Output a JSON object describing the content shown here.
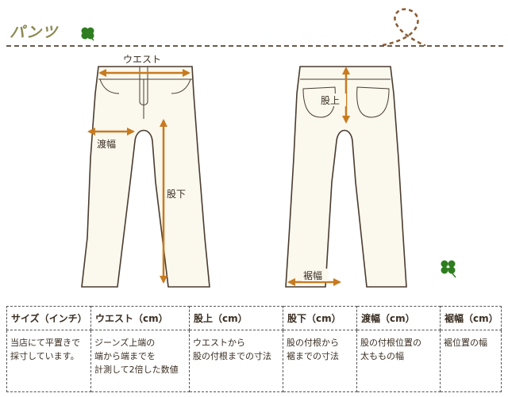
{
  "title": "パンツ",
  "labels": {
    "waist": "ウエスト",
    "rise": "股上",
    "inseam": "股下",
    "thigh": "渡幅",
    "hem": "裾幅"
  },
  "table": {
    "headers": [
      "サイズ（インチ）",
      "ウエスト（cm）",
      "股上（cm）",
      "股下（cm）",
      "渡幅（cm）",
      "裾幅（cm）"
    ],
    "notes": [
      [
        "当店にて平置きで",
        "採寸しています。"
      ],
      [
        "ジーンズ上端の",
        "端から端までを",
        "計測して2倍した数値"
      ],
      [
        "ウエストから",
        "股の付根までの寸法"
      ],
      [
        "股の付根から",
        "裾までの寸法"
      ],
      [
        "股の付根位置の",
        "太ももの幅"
      ],
      [
        "裾位置の幅"
      ]
    ]
  },
  "colors": {
    "arrow": "#c87a1e",
    "fabric": "#fbf8ee",
    "outline": "#4a3c30",
    "clover": "#2e7d1f"
  },
  "icons": [
    "clover-icon",
    "dashed-loop-decoration"
  ]
}
